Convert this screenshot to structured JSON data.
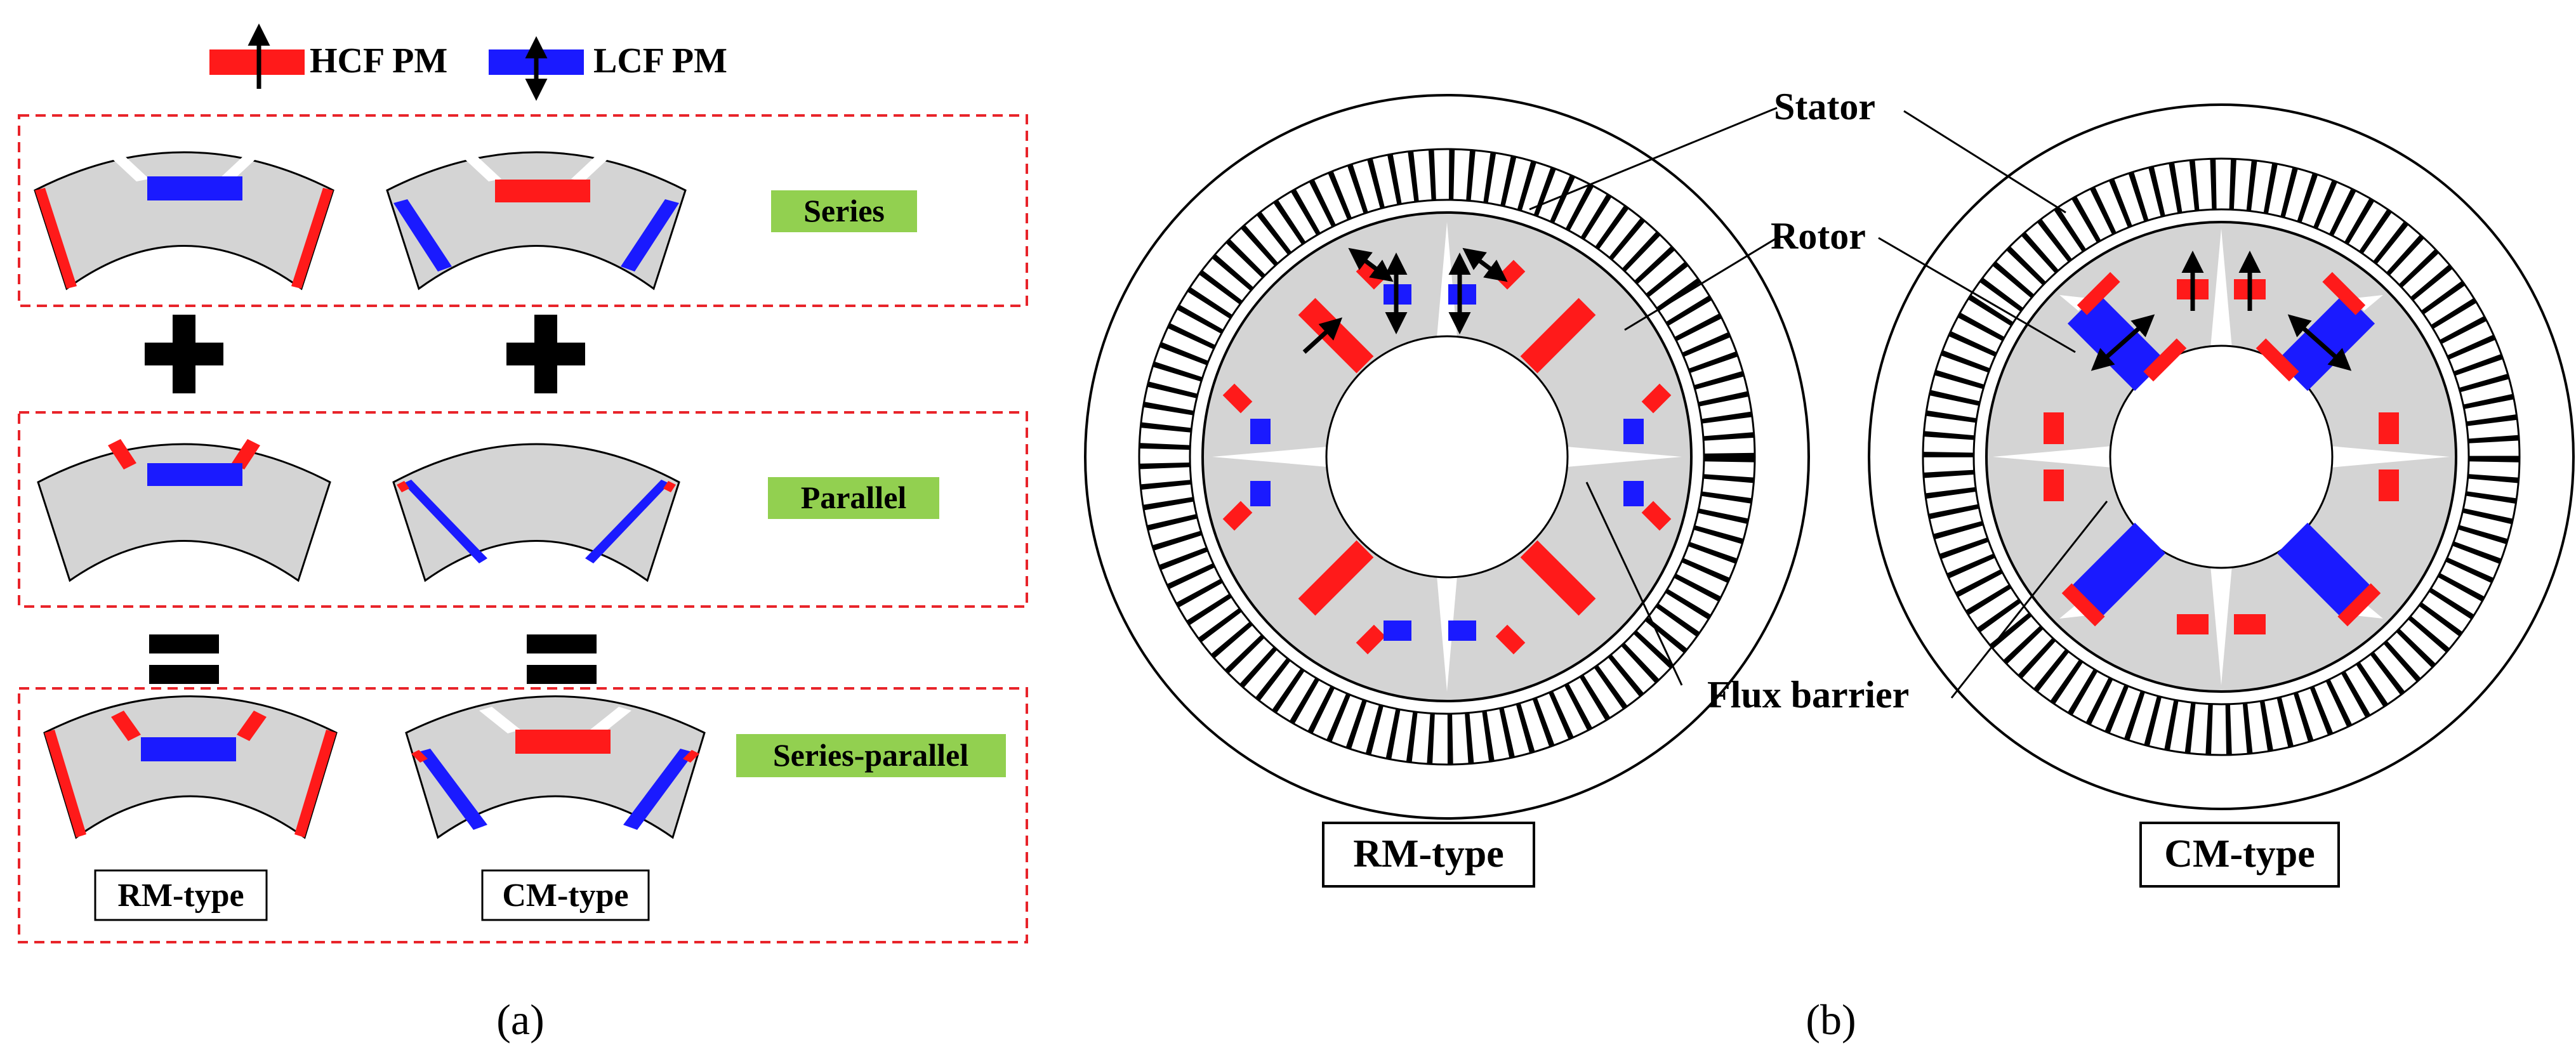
{
  "legend": {
    "hcf": "HCF PM",
    "lcf": "LCF PM"
  },
  "panel_a": {
    "rows": [
      {
        "label": "Series"
      },
      {
        "label": "Parallel"
      },
      {
        "label": "Series-parallel"
      }
    ],
    "type_labels": [
      "RM-type",
      "CM-type"
    ],
    "caption": "(a)"
  },
  "panel_b": {
    "callouts": {
      "stator": "Stator",
      "rotor": "Rotor",
      "flux_barrier": "Flux barrier"
    },
    "type_labels": [
      "RM-type",
      "CM-type"
    ],
    "caption": "(b)"
  },
  "colors": {
    "hcf_pm": "#ff1a1a",
    "lcf_pm": "#1a1aff",
    "core": "#d4d4d4",
    "dashed_box": "#e8242a",
    "label_box": "#92d050"
  }
}
